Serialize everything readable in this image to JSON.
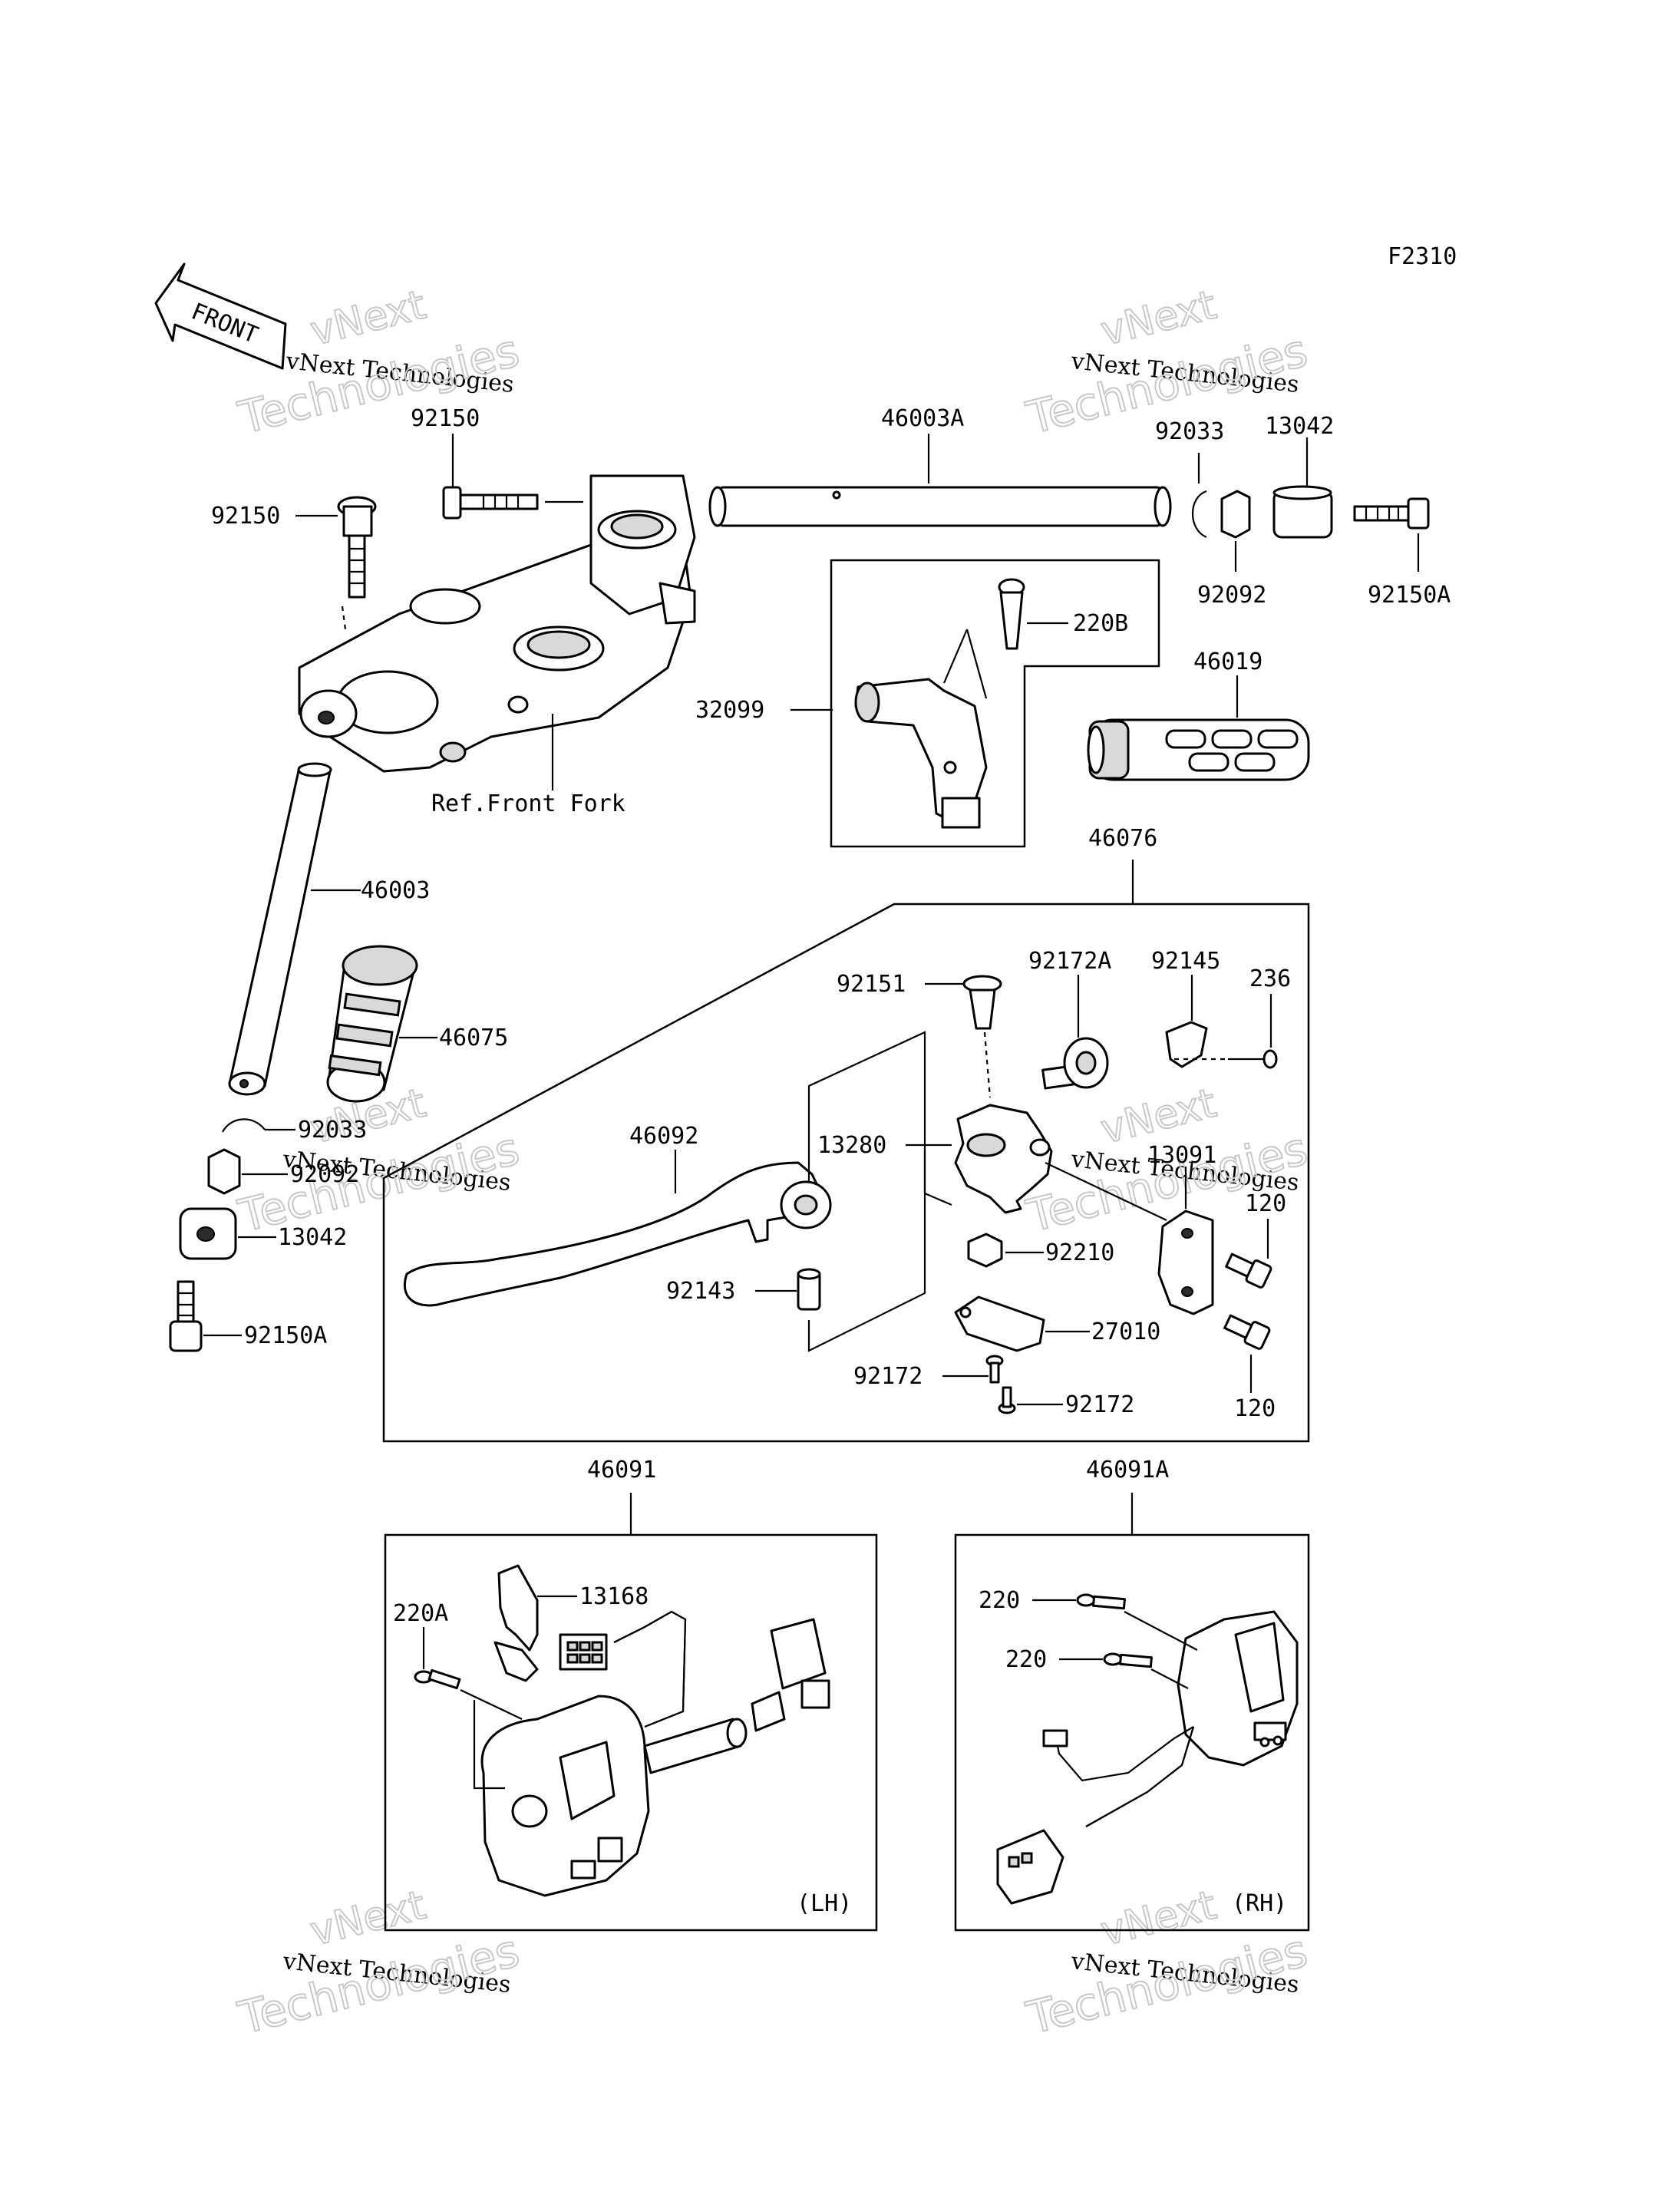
{
  "figure_code": "F2310",
  "front_arrow": "FRONT",
  "watermark": {
    "line1": "vNext",
    "line2": "vNext Technologies",
    "line3": "Technologies"
  },
  "ref_note": "Ref.Front Fork",
  "side_tags": {
    "left": "(LH)",
    "right": "(RH)"
  },
  "parts": {
    "p92150_top": "92150",
    "p92150_left": "92150",
    "p46003A": "46003A",
    "p92033_top": "92033",
    "p13042_top": "13042",
    "p92092_top": "92092",
    "p92150A_top": "92150A",
    "p220B": "220B",
    "p32099": "32099",
    "p46019": "46019",
    "p46003": "46003",
    "p46075": "46075",
    "p46076": "46076",
    "p92151": "92151",
    "p92172A": "92172A",
    "p92145": "92145",
    "p236": "236",
    "p46092": "46092",
    "p13280": "13280",
    "p13091": "13091",
    "p120_top": "120",
    "p92210": "92210",
    "p92143": "92143",
    "p27010": "27010",
    "p92172_a": "92172",
    "p92172_b": "92172",
    "p120_bottom": "120",
    "p92033_left": "92033",
    "p92092_left": "92092",
    "p13042_left": "13042",
    "p92150A_left": "92150A",
    "p46091": "46091",
    "p46091A": "46091A",
    "p13168": "13168",
    "p220A": "220A",
    "p220_a": "220",
    "p220_b": "220"
  }
}
